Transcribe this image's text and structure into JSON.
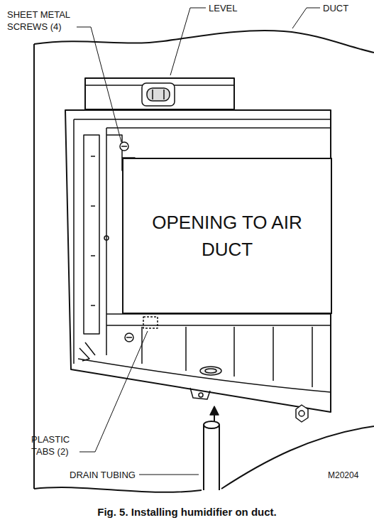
{
  "diagram": {
    "caption": "Fig. 5. Installing humidifier on duct.",
    "nodes": [
      {
        "text": [
          "OPENING TO AIR DUCT"
        ]
      }
    ],
    "edges": [],
    "labels": [
      "SHEET METAL SCREWS (4)",
      "LEVEL",
      "DUCT",
      "PLASTIC TABS (2)",
      "DRAIN TUBING",
      "M20204"
    ]
  }
}
